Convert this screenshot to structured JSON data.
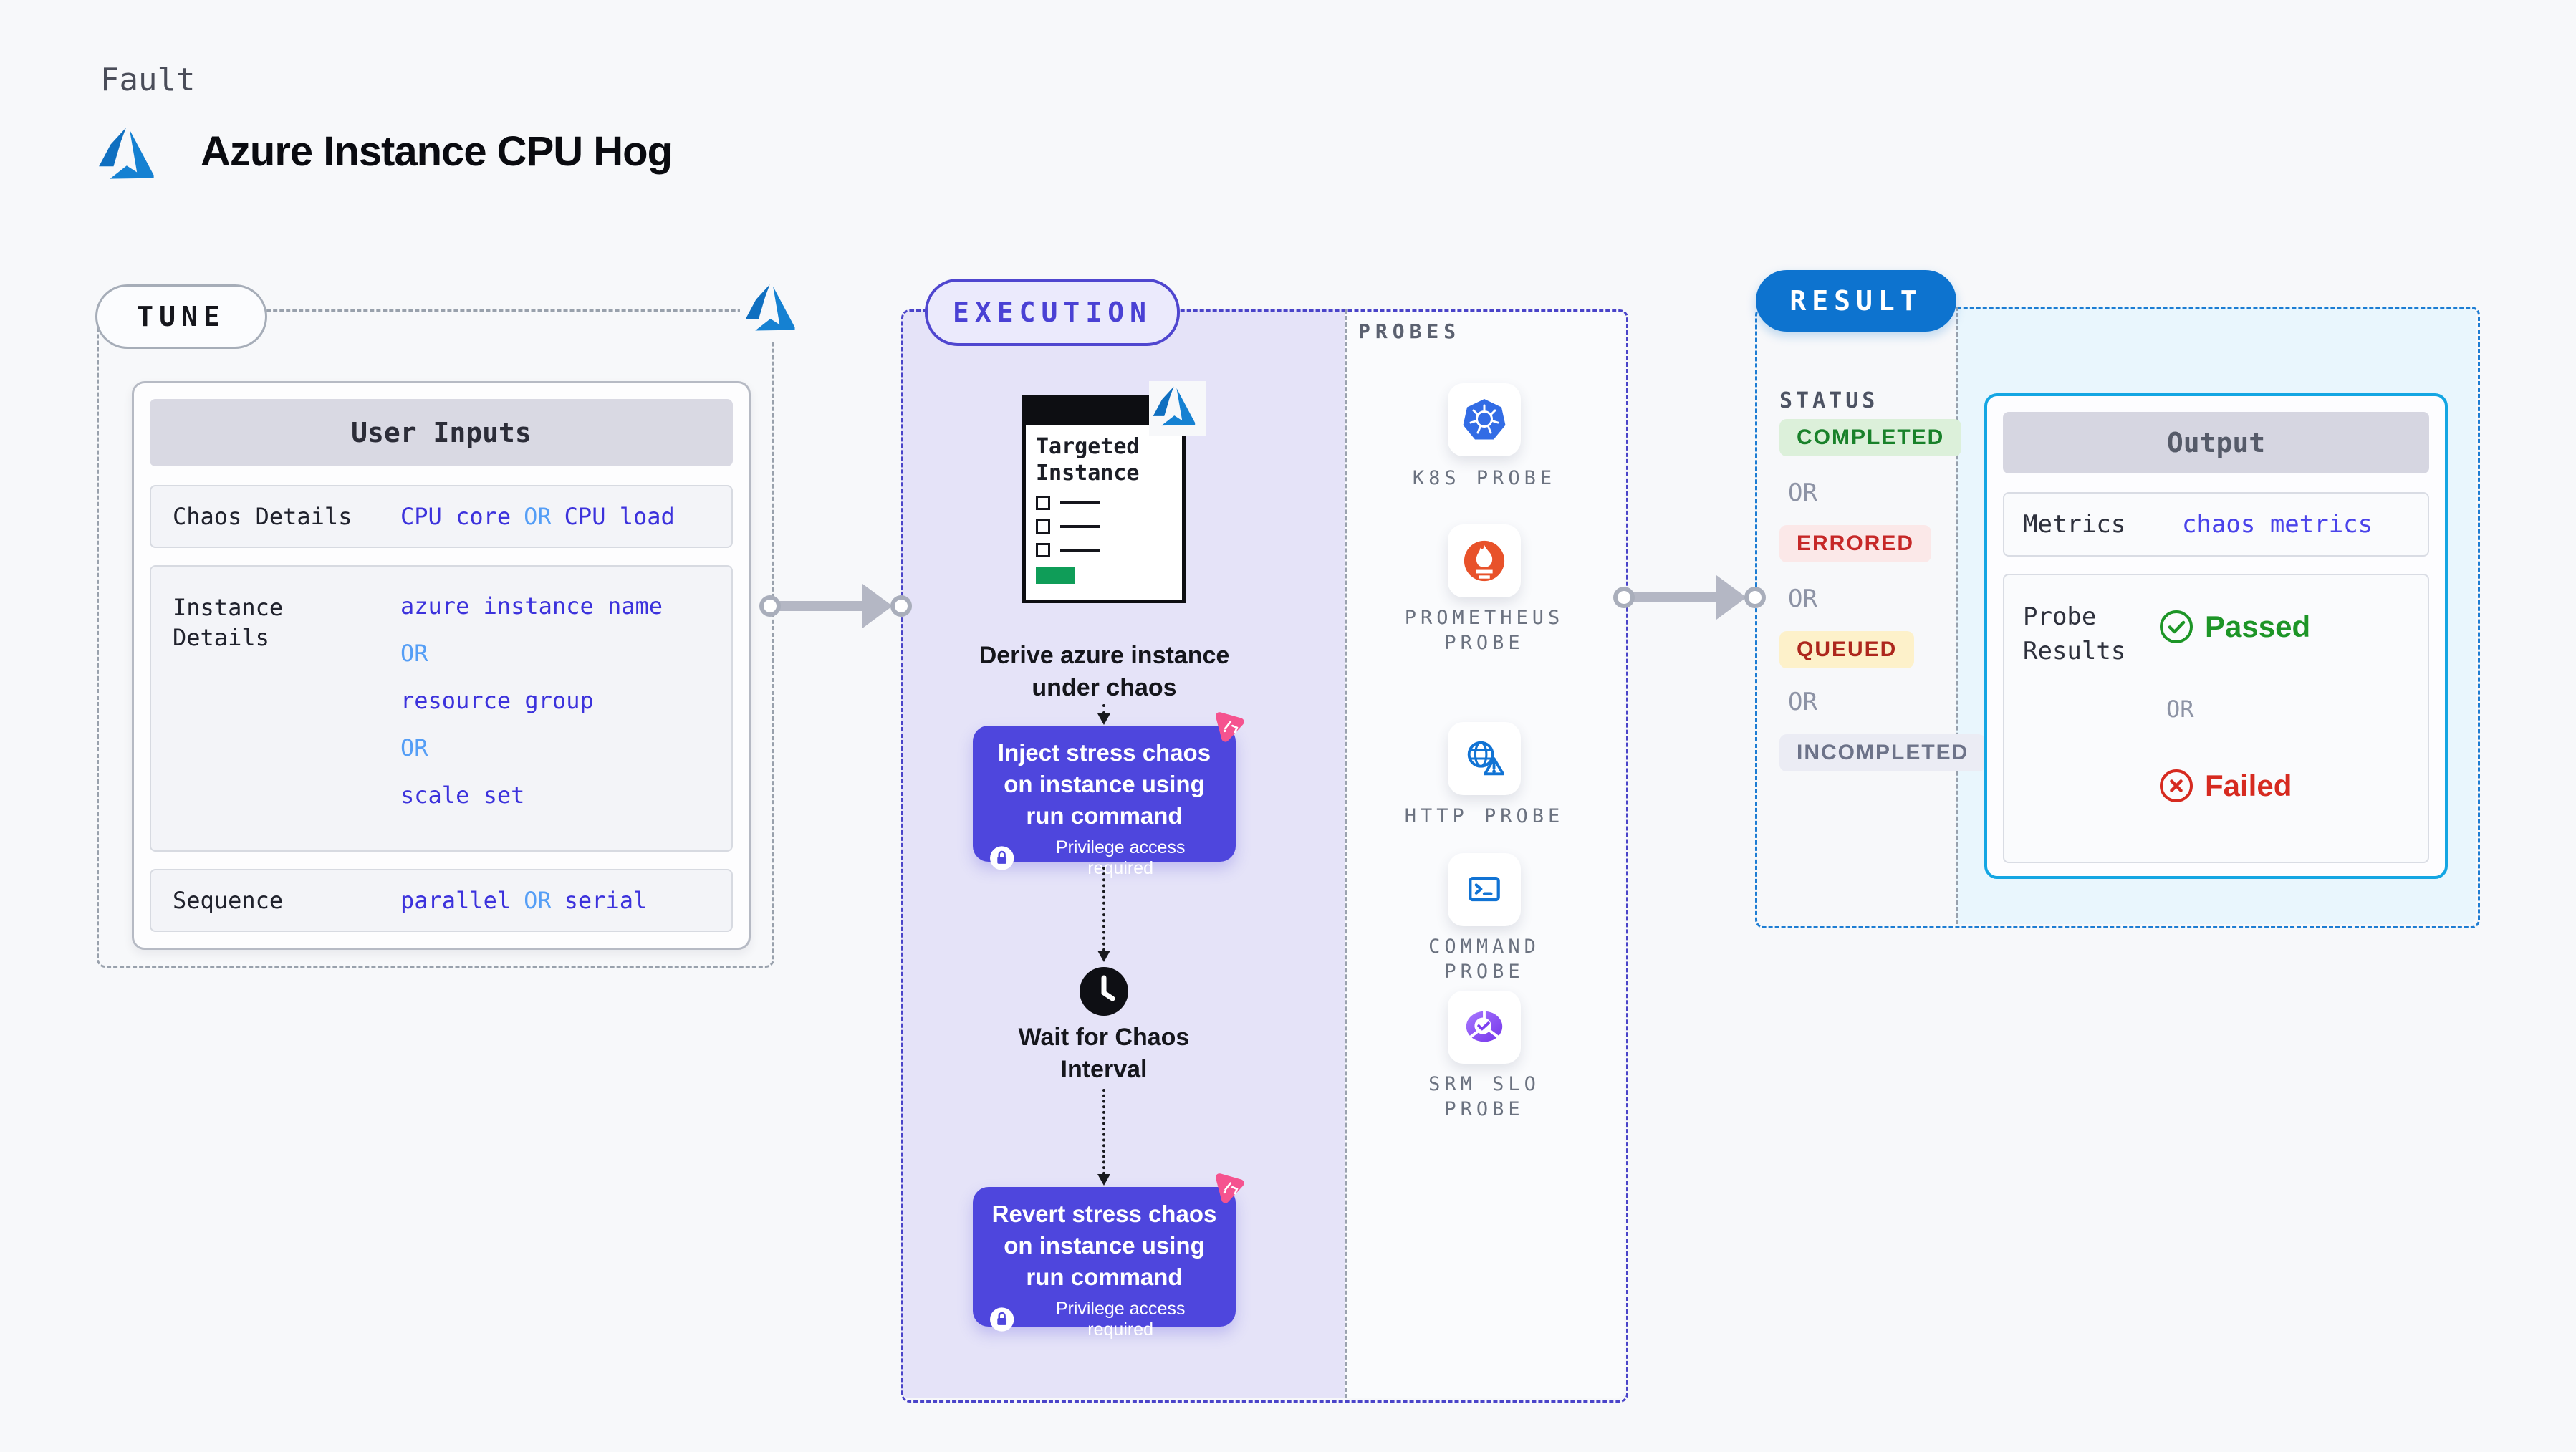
{
  "palette": {
    "indigo_action": "#4e46dd",
    "indigo_dash": "#4a44c9",
    "lavender_fill": "#e5e3f8",
    "azure_blue": "#1078ca",
    "result_blue": "#0d73cf",
    "result_dash_blue": "#1d7dd3",
    "cyan_border": "#14a6e3",
    "cyan_fill": "#e9f6fd",
    "chaos_pink": "#f5538f",
    "passed_green": "#1d9527",
    "failed_red": "#d62a20",
    "queued_yellow_bg": "#fdf1ca",
    "value_indigo": "#3c32dc",
    "or_blue": "#559ef6"
  },
  "header": {
    "kicker": "Fault",
    "title": "Azure Instance CPU Hog"
  },
  "tune": {
    "badge": "TUNE",
    "user_inputs": {
      "title": "User Inputs",
      "chaos_details": {
        "label": "Chaos Details",
        "option1": "CPU core",
        "or": "OR",
        "option2": "CPU load"
      },
      "instance_details": {
        "label": "Instance Details",
        "option1": "azure instance name",
        "or1": "OR",
        "option2": "resource group",
        "or2": "OR",
        "option3": "scale set"
      },
      "sequence": {
        "label": "Sequence",
        "option1": "parallel",
        "or": "OR",
        "option2": "serial"
      }
    }
  },
  "execution": {
    "badge": "EXECUTION",
    "targeted_instance": {
      "line1": "Targeted",
      "line2": "Instance"
    },
    "derive_caption": {
      "line1": "Derive azure instance",
      "line2": "under chaos"
    },
    "inject_step": {
      "text": "Inject stress chaos on instance using run command",
      "privilege": "Privilege access required"
    },
    "wait_caption": {
      "line1": "Wait for Chaos",
      "line2": "Interval"
    },
    "revert_step": {
      "text": "Revert stress chaos on instance using run command",
      "privilege": "Privilege access required"
    }
  },
  "probes": {
    "title": "PROBES",
    "items": [
      {
        "label": "K8S PROBE",
        "icon": "kubernetes-icon"
      },
      {
        "label": "PROMETHEUS PROBE",
        "icon": "prometheus-icon"
      },
      {
        "label": "HTTP PROBE",
        "icon": "http-probe-icon"
      },
      {
        "label": "COMMAND PROBE",
        "icon": "command-probe-icon"
      },
      {
        "label": "SRM SLO PROBE",
        "icon": "srm-slo-probe-icon"
      }
    ]
  },
  "result": {
    "badge": "RESULT",
    "status": {
      "label": "STATUS",
      "or": "OR",
      "items": [
        {
          "text": "COMPLETED",
          "state": "completed"
        },
        {
          "text": "ERRORED",
          "state": "errored"
        },
        {
          "text": "QUEUED",
          "state": "queued"
        },
        {
          "text": "INCOMPLETED",
          "state": "incompleted"
        }
      ]
    },
    "output": {
      "title": "Output",
      "metrics_label": "Metrics",
      "metrics_value": "chaos metrics",
      "probe_results_label": {
        "line1": "Probe",
        "line2": "Results"
      },
      "passed": "Passed",
      "or": "OR",
      "failed": "Failed"
    }
  }
}
